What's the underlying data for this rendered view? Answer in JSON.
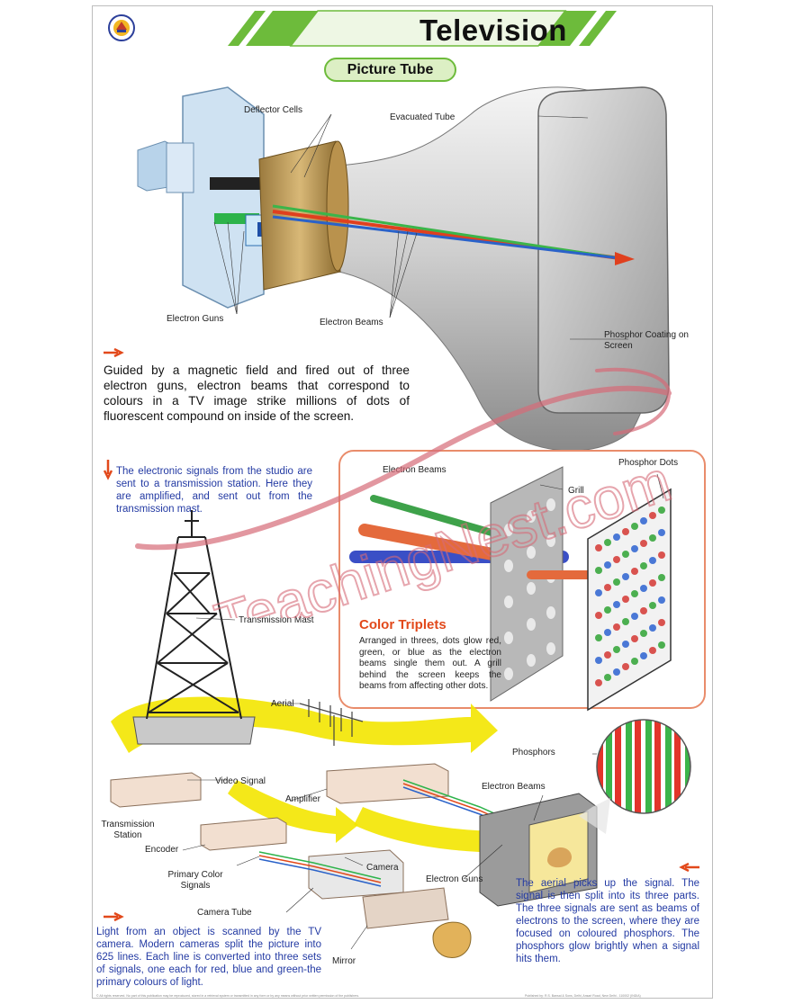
{
  "header": {
    "title": "Television",
    "subtitle": "Picture Tube",
    "publisher_logo_icon": "publisher-emblem-icon",
    "accent_green": "#6dbb3b"
  },
  "picture_tube": {
    "labels": {
      "deflector_cells": "Deflector Cells",
      "evacuated_tube": "Evacuated Tube",
      "electron_guns": "Electron Guns",
      "electron_beams": "Electron Beams",
      "phosphor_coating": "Phosphor Coating on Screen"
    },
    "description": "Guided by a magnetic field and fired out of three electron guns, electron beams that correspond to colours in a TV image strike millions of dots of fluorescent compound on inside of the screen."
  },
  "color_triplets": {
    "title": "Color Triplets",
    "labels": {
      "electron_beams": "Electron Beams",
      "grill": "Grill",
      "phosphor_dots": "Phosphor Dots"
    },
    "description": "Arranged in threes, dots glow red, green, or blue as the electron beams single them out. A grill behind the screen keeps the beams from affecting other dots.",
    "accent_orange": "#e2491b"
  },
  "broadcast": {
    "studio_text": "The electronic signals from the studio are sent to a transmission station. Here they are amplified, and sent out from the transmission mast.",
    "labels": {
      "transmission_mast": "Transmission Mast",
      "aerial": "Aerial",
      "video_signal": "Video Signal",
      "transmission_station": "Transmission Station",
      "amplifier": "Amplifier",
      "encoder": "Encoder",
      "primary_color_signals": "Primary Color Signals",
      "camera": "Camera",
      "camera_tube": "Camera Tube",
      "mirror": "Mirror",
      "phosphors": "Phosphors",
      "electron_beams": "Electron Beams",
      "electron_guns": "Electron Guns"
    },
    "camera_text": "Light from an object is scanned by the TV camera. Modern cameras split the picture into 625 lines. Each line is converted into three sets of signals, one each for red, blue and green-the primary colours of light.",
    "aerial_text": "The aerial picks up the signal. The signal is then split into its three parts. The three signals are sent as beams of electrons to the screen, where they are focused on coloured phosphors. The phosphors glow brightly when a signal hits them.",
    "text_blue": "#233aa3",
    "arrow_yellow": "#f3e600"
  },
  "watermark": {
    "text": "TeachingNest.com"
  },
  "footer": {
    "left_fineprint": "© All rights reserved. No part of this publication may be reproduced, stored in a retrieval system or transmitted in any form or by any means without prior written permission of the publishers.",
    "right_fineprint": "Published by: R.S. Bansal & Sons, Delhi, Ansari Road, New Delhi - 110002 (INDIA)"
  }
}
